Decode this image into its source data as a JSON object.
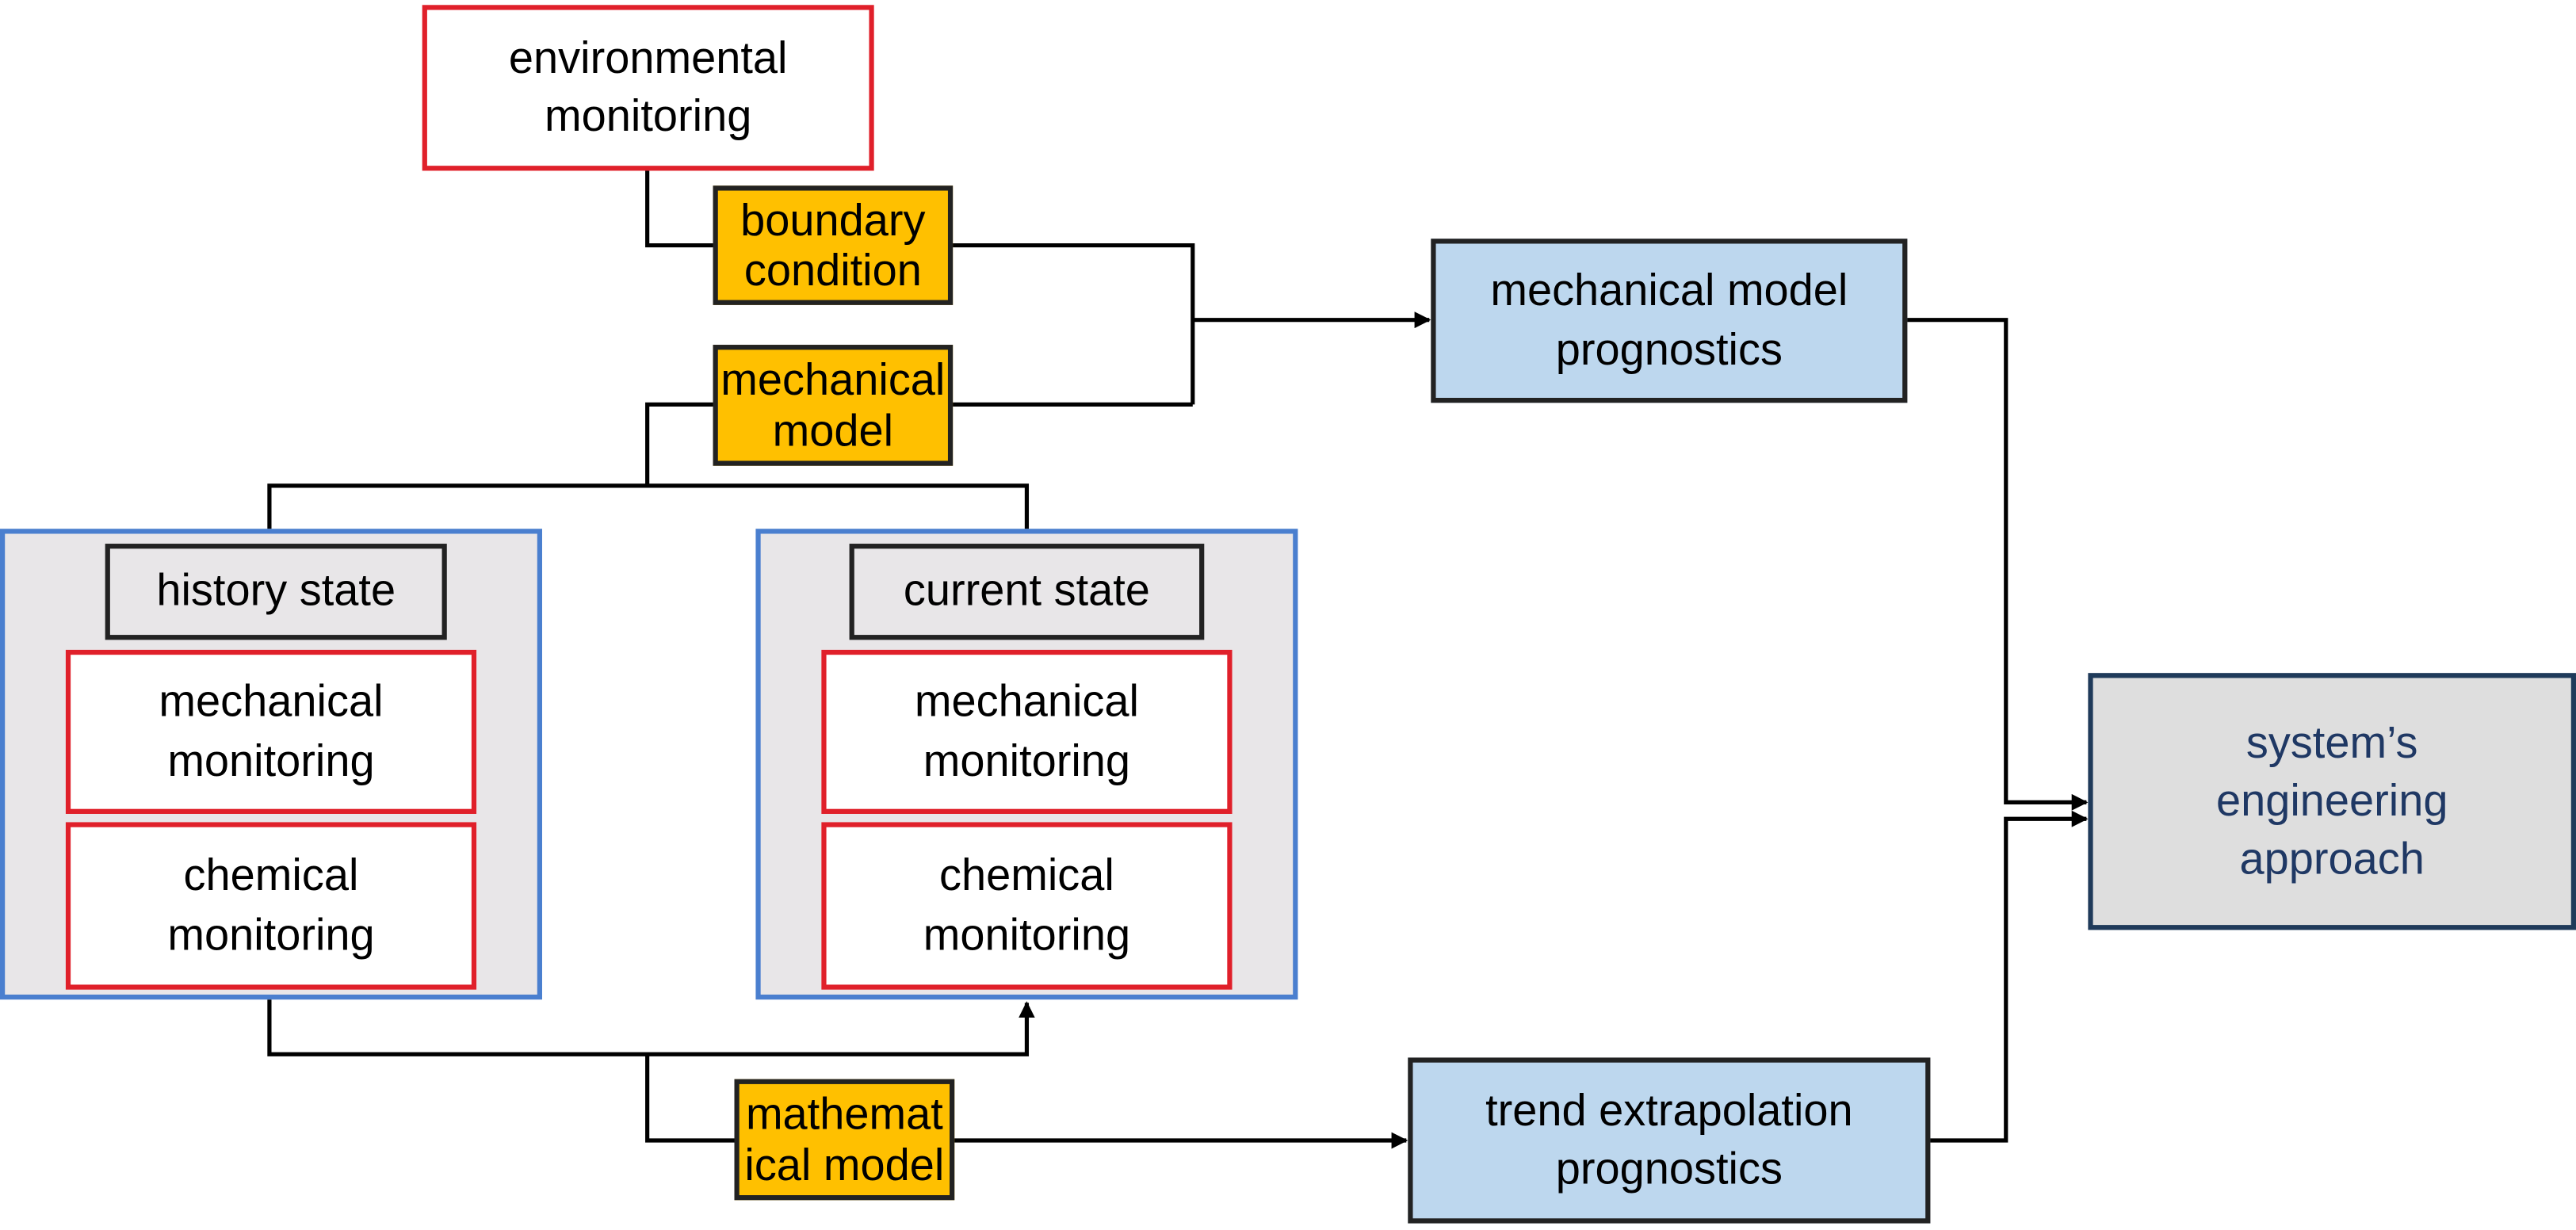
{
  "nodes": {
    "environmental_monitoring": "environmental\nmonitoring",
    "boundary_condition": "boundary\ncondition",
    "mechanical_model": "mechanical\nmodel",
    "mechanical_model_prognostics": "mechanical model\nprognostics",
    "history_state": "history state",
    "current_state": "current state",
    "history_mechanical_monitoring": "mechanical\nmonitoring",
    "history_chemical_monitoring": "chemical\nmonitoring",
    "current_mechanical_monitoring": "mechanical\nmonitoring",
    "current_chemical_monitoring": "chemical\nmonitoring",
    "mathematical_model": "mathemat\nical model",
    "trend_extrapolation_prognostics": "trend extrapolation\nprognostics",
    "systems_engineering_approach": "system’s\nengineering\napproach"
  },
  "colors": {
    "monitoring_border": "#e0202a",
    "model_fill": "#ffc000",
    "prognostics_fill": "#bdd7ee",
    "group_border": "#4a7fcf",
    "group_fill": "#e8e6e8",
    "system_text": "#1f3864"
  }
}
